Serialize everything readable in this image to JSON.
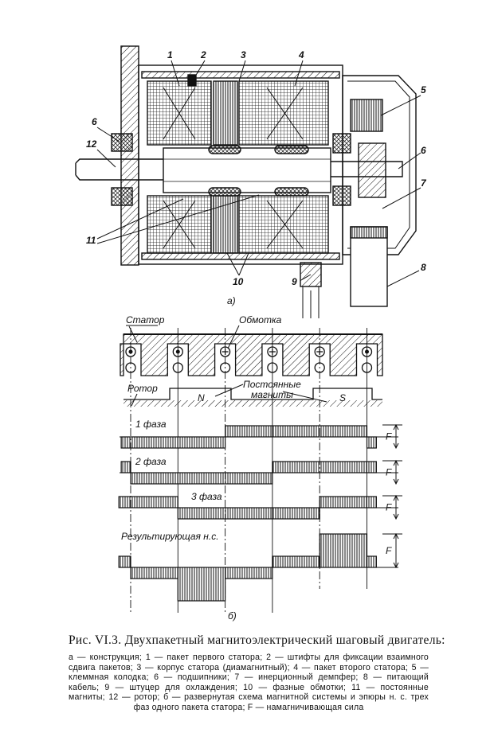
{
  "figure_a": {
    "callouts": [
      "1",
      "2",
      "3",
      "4",
      "5",
      "6",
      "6",
      "7",
      "8",
      "9",
      "10",
      "11",
      "12"
    ],
    "sublabel": "а)"
  },
  "figure_b": {
    "stator_label": "Статор",
    "winding_label": "Обмотка",
    "rotor_label": "Ротор",
    "magnets_label_1": "Постоянные",
    "magnets_label_2": "магниты",
    "pole_n": "N",
    "pole_s": "S",
    "slot_marks": [
      "dot",
      "dot",
      "plus",
      "plus",
      "plus",
      "dot"
    ],
    "amplitude_label": "F",
    "sublabel": "б)",
    "waveforms": [
      {
        "name": "1 фаза",
        "segments": [
          [
            -0.2,
            2,
            -1
          ],
          [
            2,
            5,
            1
          ],
          [
            5,
            5.2,
            -1
          ]
        ]
      },
      {
        "name": "2 фаза",
        "segments": [
          [
            -0.2,
            0,
            1
          ],
          [
            0,
            3,
            -1
          ],
          [
            3,
            5.2,
            1
          ]
        ]
      },
      {
        "name": "3 фаза",
        "segments": [
          [
            -0.25,
            1,
            1
          ],
          [
            1,
            4,
            -1
          ],
          [
            4,
            5.2,
            1
          ]
        ]
      },
      {
        "name": "Результирующая н.с.",
        "segments": [
          [
            -0.25,
            0,
            1
          ],
          [
            0,
            1,
            -1
          ],
          [
            1,
            2,
            -3
          ],
          [
            2,
            3,
            -1
          ],
          [
            3,
            4,
            1
          ],
          [
            4,
            5,
            3
          ],
          [
            5,
            5.2,
            1
          ]
        ]
      }
    ]
  },
  "caption": {
    "title": "Рис. VI.3. Двухпакетный магнитоэлектрический шаговый двигатель:",
    "body": "а — конструкция; 1 — пакет первого статора; 2 — штифты для фиксации взаимного сдвига пакетов; 3 — корпус статора (диамагнитный); 4 — пакет второго статора; 5 — клеммная колодка; 6 — подшипники; 7 — инерционный демпфер; 8 — питающий кабель; 9 — штуцер для охлаждения; 10 — фазные обмотки; 11 — постоянные магниты; 12 — ротор; б — развернутая схема магнитной системы и эпюры н. с. трех фаз одного пакета статора; F — намагничивающая сила"
  }
}
